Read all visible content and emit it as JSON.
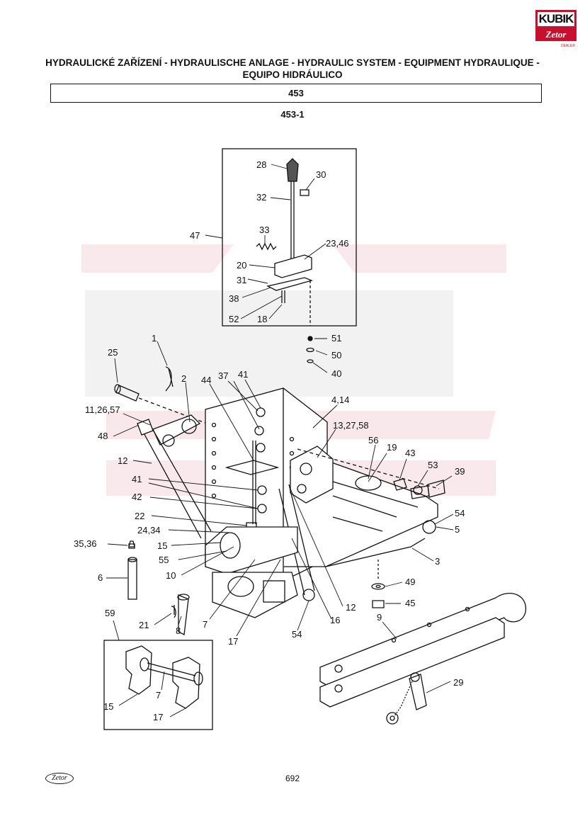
{
  "logo": {
    "top": "KUBIK",
    "bottom": "Zetor",
    "sub": "DEALER"
  },
  "header": {
    "title_line1": "HYDRAULICKÉ ZAŘÍZENÍ - HYDRAULISCHE ANLAGE - HYDRAULIC SYSTEM - EQUIPMENT HYDRAULIQUE -",
    "title_line2": "EQUIPO HIDRÁULICO",
    "group_code": "453",
    "figure_code": "453-1"
  },
  "labels": {
    "l28": "28",
    "l30": "30",
    "l32": "32",
    "l33": "33",
    "l47": "47",
    "l2346": "23,46",
    "l20": "20",
    "l31": "31",
    "l38": "38",
    "l52": "52",
    "l18": "18",
    "l51": "51",
    "l50": "50",
    "l40": "40",
    "l1": "1",
    "l25": "25",
    "l2": "2",
    "l44": "44",
    "l37": "37",
    "l41a": "41",
    "l414": "4,14",
    "l112657": "11,26,57",
    "l132758": "13,27,58",
    "l48": "48",
    "l56": "56",
    "l19": "19",
    "l43": "43",
    "l53": "53",
    "l39": "39",
    "l12a": "12",
    "l41b": "41",
    "l42": "42",
    "l54a": "54",
    "l22": "22",
    "l5": "5",
    "l2434": "24,34",
    "l3536": "35,36",
    "l15a": "15",
    "l55": "55",
    "l3": "3",
    "l10": "10",
    "l6": "6",
    "l49": "49",
    "l45": "45",
    "l12b": "12",
    "l16": "16",
    "l7a": "7",
    "l21": "21",
    "l8": "8",
    "l54b": "54",
    "l17a": "17",
    "l9": "9",
    "l59": "59",
    "l7b": "7",
    "l15b": "15",
    "l17b": "17",
    "l29": "29"
  },
  "footer": {
    "logo": "Zetor",
    "page": "692"
  }
}
